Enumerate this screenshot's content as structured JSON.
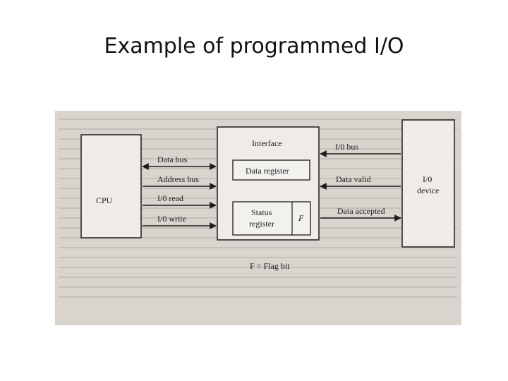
{
  "slide": {
    "title": "Example of programmed I/O"
  },
  "diagram": {
    "cpu_label": "CPU",
    "interface_label": "Interface",
    "data_register_label": "Data register",
    "status_register_label_1": "Status",
    "status_register_label_2": "register",
    "flag_label": "F",
    "device_label_1": "I/0",
    "device_label_2": "device",
    "signals": {
      "data_bus": "Data bus",
      "address_bus": "Address bus",
      "io_read": "I/0 read",
      "io_write": "I/0 write",
      "io_bus": "I/0 bus",
      "data_valid": "Data valid",
      "data_accepted": "Data accepted"
    },
    "caption": "F = Flag bit"
  },
  "colors": {
    "scan_background": "#d9d4ce",
    "ink": "#1c1c1c",
    "box_fill": "#efece8"
  }
}
